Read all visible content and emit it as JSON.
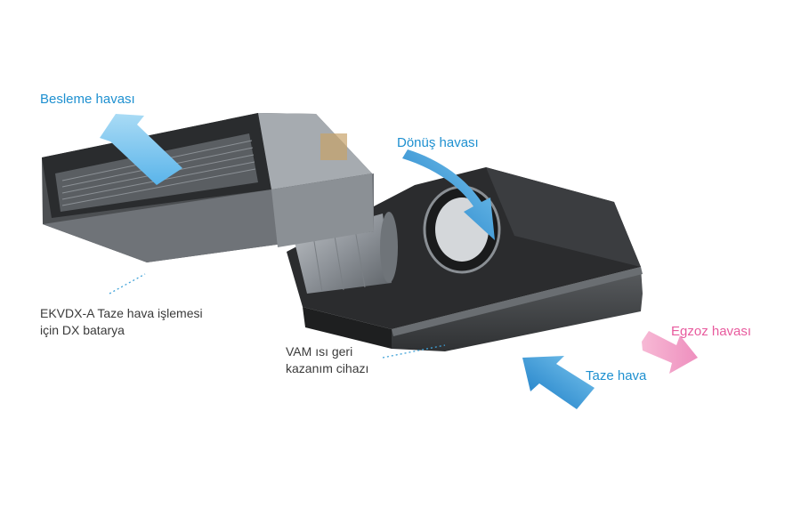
{
  "labels": {
    "supply_air": "Besleme havası",
    "return_air": "Dönüş havası",
    "exhaust_air": "Egzoz havası",
    "fresh_air": "Taze hava",
    "ekvdx_line1": "EKVDX-A Taze hava işlemesi",
    "ekvdx_line2": "için DX batarya",
    "vam_line1": "VAM ısı geri",
    "vam_line2": "kazanım cihazı"
  },
  "colors": {
    "supply_return_fresh": "#1e90d0",
    "exhaust": "#e85b9e",
    "annotation_text": "#3a3a3a"
  }
}
